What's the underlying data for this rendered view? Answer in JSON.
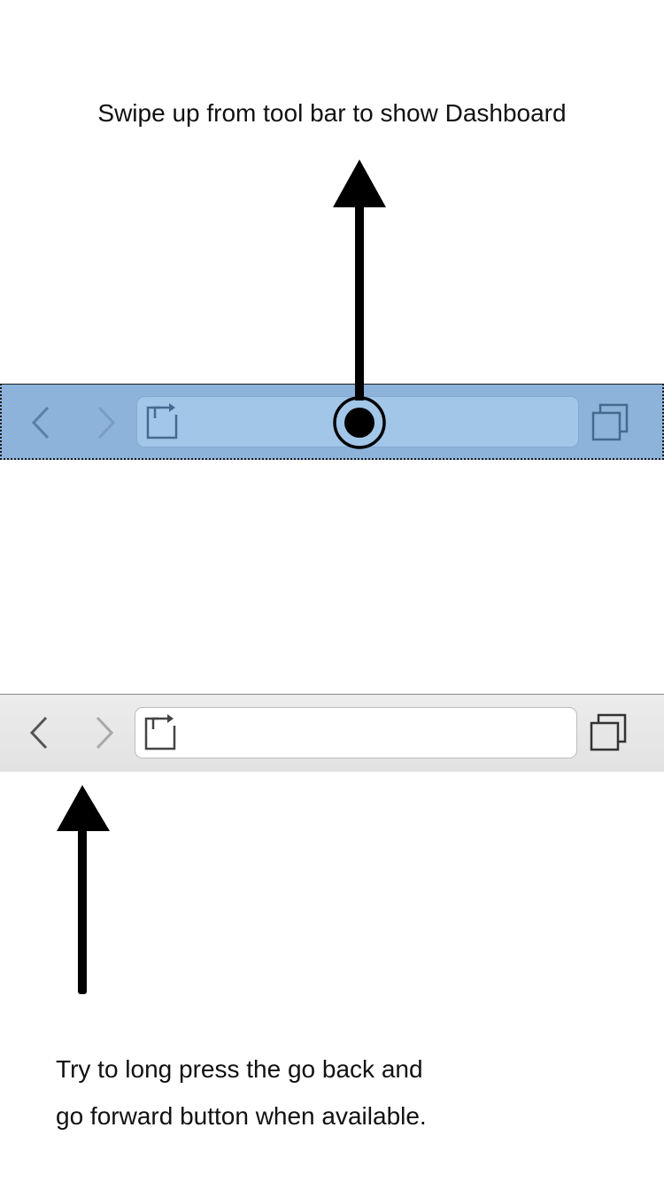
{
  "tips": {
    "swipe_up": "Swipe up from tool bar to show Dashboard",
    "long_press_line1": "Try to long press the go back and",
    "long_press_line2": "go forward button when available."
  },
  "toolbar": {
    "back_icon": "chevron-left-icon",
    "forward_icon": "chevron-right-icon",
    "share_icon": "share-icon",
    "tabs_icon": "tabs-icon",
    "address_value": ""
  },
  "colors": {
    "highlight_bar": "#8db3db",
    "highlight_field": "#a1c6e8",
    "normal_bar": "#e6e6e6",
    "arrow": "#000000"
  }
}
